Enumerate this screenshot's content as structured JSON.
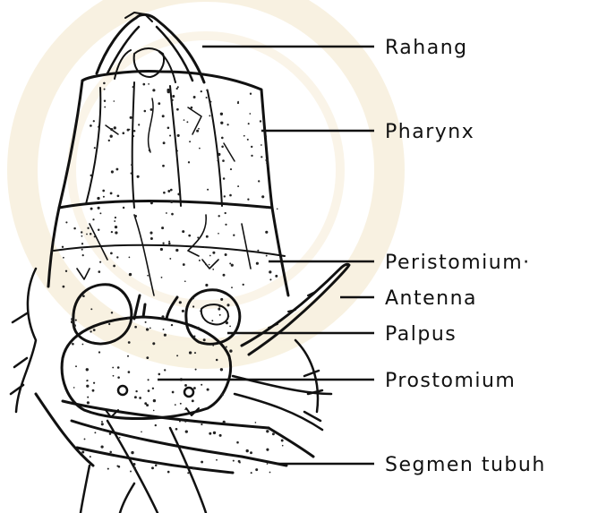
{
  "labels": {
    "rahang": "Rahang",
    "pharynx": "Pharynx",
    "peristomium": "Peristomium·",
    "antenna": "Antenna",
    "palpus": "Palpus",
    "prostomium": "Prostomium",
    "segmen_tubuh": "Segmen tubuh"
  },
  "colors": {
    "ink": "#111111",
    "watermark": "#f3e7c9",
    "background": "#ffffff"
  }
}
